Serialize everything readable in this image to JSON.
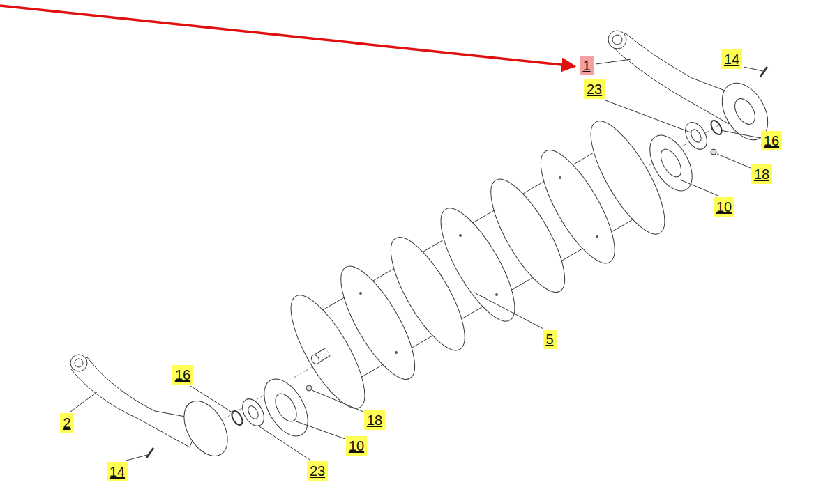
{
  "diagram": {
    "labels": [
      "1",
      "14",
      "23",
      "16",
      "18",
      "10",
      "5",
      "16",
      "18",
      "2",
      "10",
      "14",
      "23"
    ]
  }
}
